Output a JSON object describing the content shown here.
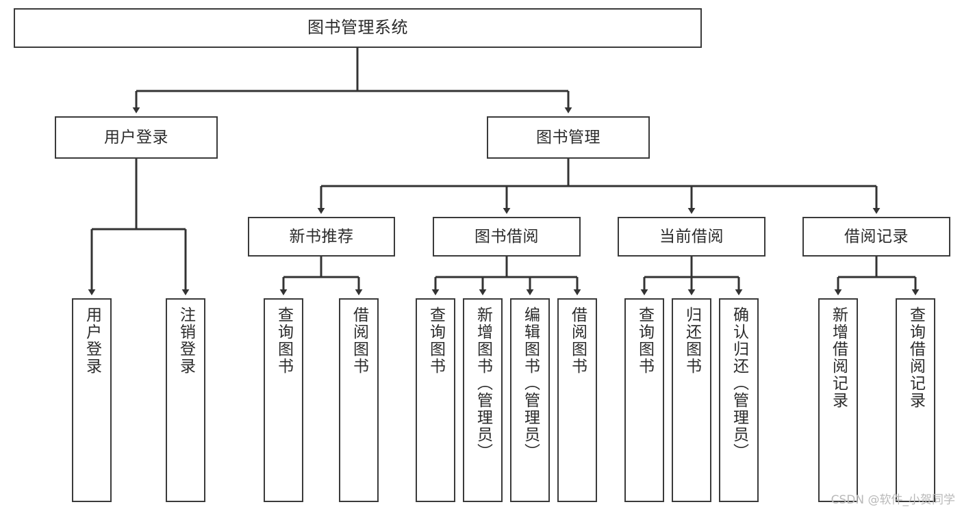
{
  "diagram": {
    "type": "tree-hierarchy-chart",
    "title": "图书管理系统",
    "watermark": "CSDN @软件_小贺同学",
    "colors": {
      "box_border": "#3a3a3a",
      "box_fill": "#ffffff",
      "connector": "#333333",
      "text": "#2b2b2b",
      "watermark": "#b9b9b9",
      "background": "#ffffff"
    },
    "levels": [
      {
        "level": 1,
        "nodes": [
          {
            "id": "root",
            "label": "图书管理系统",
            "orientation": "horizontal"
          }
        ]
      },
      {
        "level": 2,
        "nodes": [
          {
            "id": "user-login",
            "label": "用户登录",
            "orientation": "horizontal",
            "parent": "root"
          },
          {
            "id": "book-mgmt",
            "label": "图书管理",
            "orientation": "horizontal",
            "parent": "root"
          }
        ]
      },
      {
        "level": 3,
        "nodes": [
          {
            "id": "new-book-rec",
            "label": "新书推荐",
            "orientation": "horizontal",
            "parent": "book-mgmt"
          },
          {
            "id": "book-borrow",
            "label": "图书借阅",
            "orientation": "horizontal",
            "parent": "book-mgmt"
          },
          {
            "id": "current-borrow",
            "label": "当前借阅",
            "orientation": "horizontal",
            "parent": "book-mgmt"
          },
          {
            "id": "borrow-record",
            "label": "借阅记录",
            "orientation": "horizontal",
            "parent": "book-mgmt"
          }
        ]
      },
      {
        "level": 4,
        "nodes": [
          {
            "id": "leaf-user-login",
            "label": "用户登录",
            "orientation": "vertical",
            "parent": "user-login"
          },
          {
            "id": "leaf-logout",
            "label": "注销登录",
            "orientation": "vertical",
            "parent": "user-login"
          },
          {
            "id": "leaf-query-book-1",
            "label": "查询图书",
            "orientation": "vertical",
            "parent": "new-book-rec"
          },
          {
            "id": "leaf-borrow-book-1",
            "label": "借阅图书",
            "orientation": "vertical",
            "parent": "new-book-rec"
          },
          {
            "id": "leaf-query-book-2",
            "label": "查询图书",
            "orientation": "vertical",
            "parent": "book-borrow"
          },
          {
            "id": "leaf-add-book",
            "label": "新增图书（管理员）",
            "orientation": "vertical",
            "parent": "book-borrow"
          },
          {
            "id": "leaf-edit-book",
            "label": "编辑图书（管理员）",
            "orientation": "vertical",
            "parent": "book-borrow"
          },
          {
            "id": "leaf-borrow-book-2",
            "label": "借阅图书",
            "orientation": "vertical",
            "parent": "book-borrow"
          },
          {
            "id": "leaf-query-book-3",
            "label": "查询图书",
            "orientation": "vertical",
            "parent": "current-borrow"
          },
          {
            "id": "leaf-return-book",
            "label": "归还图书",
            "orientation": "vertical",
            "parent": "current-borrow"
          },
          {
            "id": "leaf-confirm-return",
            "label": "确认归还（管理员）",
            "orientation": "vertical",
            "parent": "current-borrow"
          },
          {
            "id": "leaf-add-record",
            "label": "新增借阅记录",
            "orientation": "vertical",
            "parent": "borrow-record"
          },
          {
            "id": "leaf-query-record",
            "label": "查询借阅记录",
            "orientation": "vertical",
            "parent": "borrow-record"
          }
        ]
      }
    ]
  }
}
